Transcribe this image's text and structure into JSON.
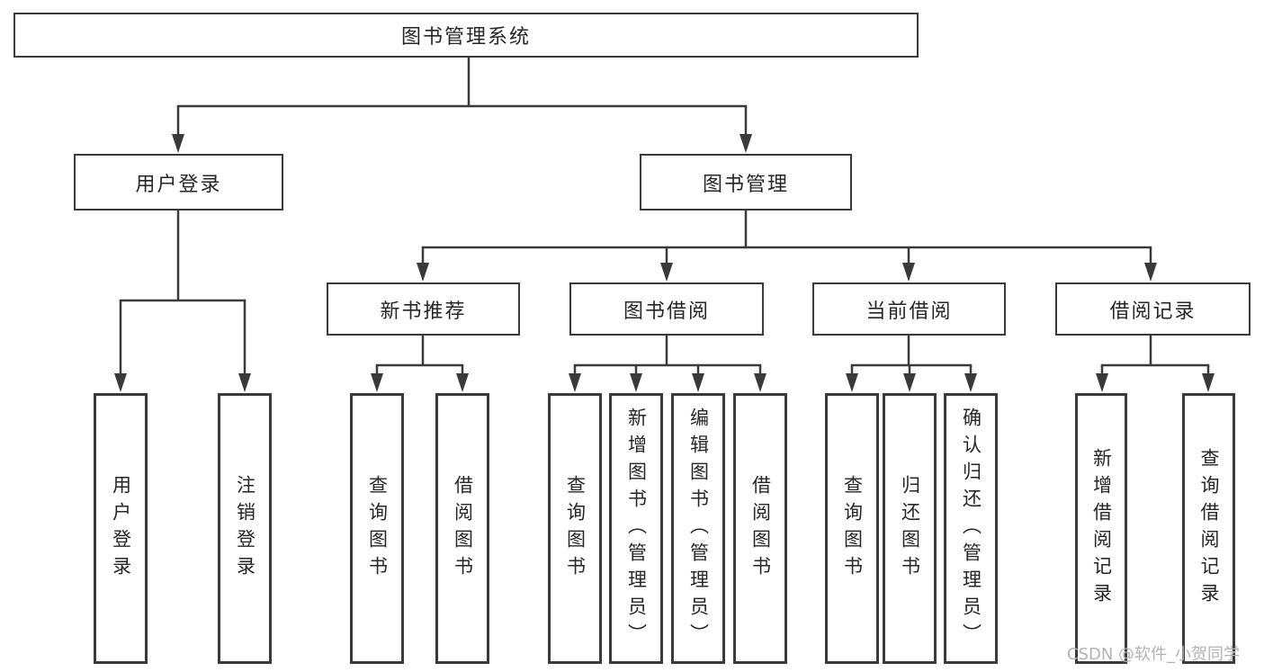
{
  "diagram": {
    "root": {
      "label": "图书管理系统"
    },
    "user_login": {
      "label": "用户登录",
      "children": [
        "用户登录",
        "注销登录"
      ]
    },
    "book_mgmt": {
      "label": "图书管理",
      "sections": [
        {
          "label": "新书推荐",
          "children": [
            "查询图书",
            "借阅图书"
          ]
        },
        {
          "label": "图书借阅",
          "children": [
            "查询图书",
            "新增图书（管理员）",
            "编辑图书（管理员）",
            "借阅图书"
          ]
        },
        {
          "label": "当前借阅",
          "children": [
            "查询图书",
            "归还图书",
            "确认归还（管理员）"
          ]
        },
        {
          "label": "借阅记录",
          "children": [
            "新增借阅记录",
            "查询借阅记录"
          ]
        }
      ]
    }
  },
  "watermark": "CSDN @软件_小贺同学",
  "colors": {
    "line": "#3a3a3a",
    "text": "#262626",
    "watermark": "#b3b3b3",
    "background": "#ffffff"
  }
}
